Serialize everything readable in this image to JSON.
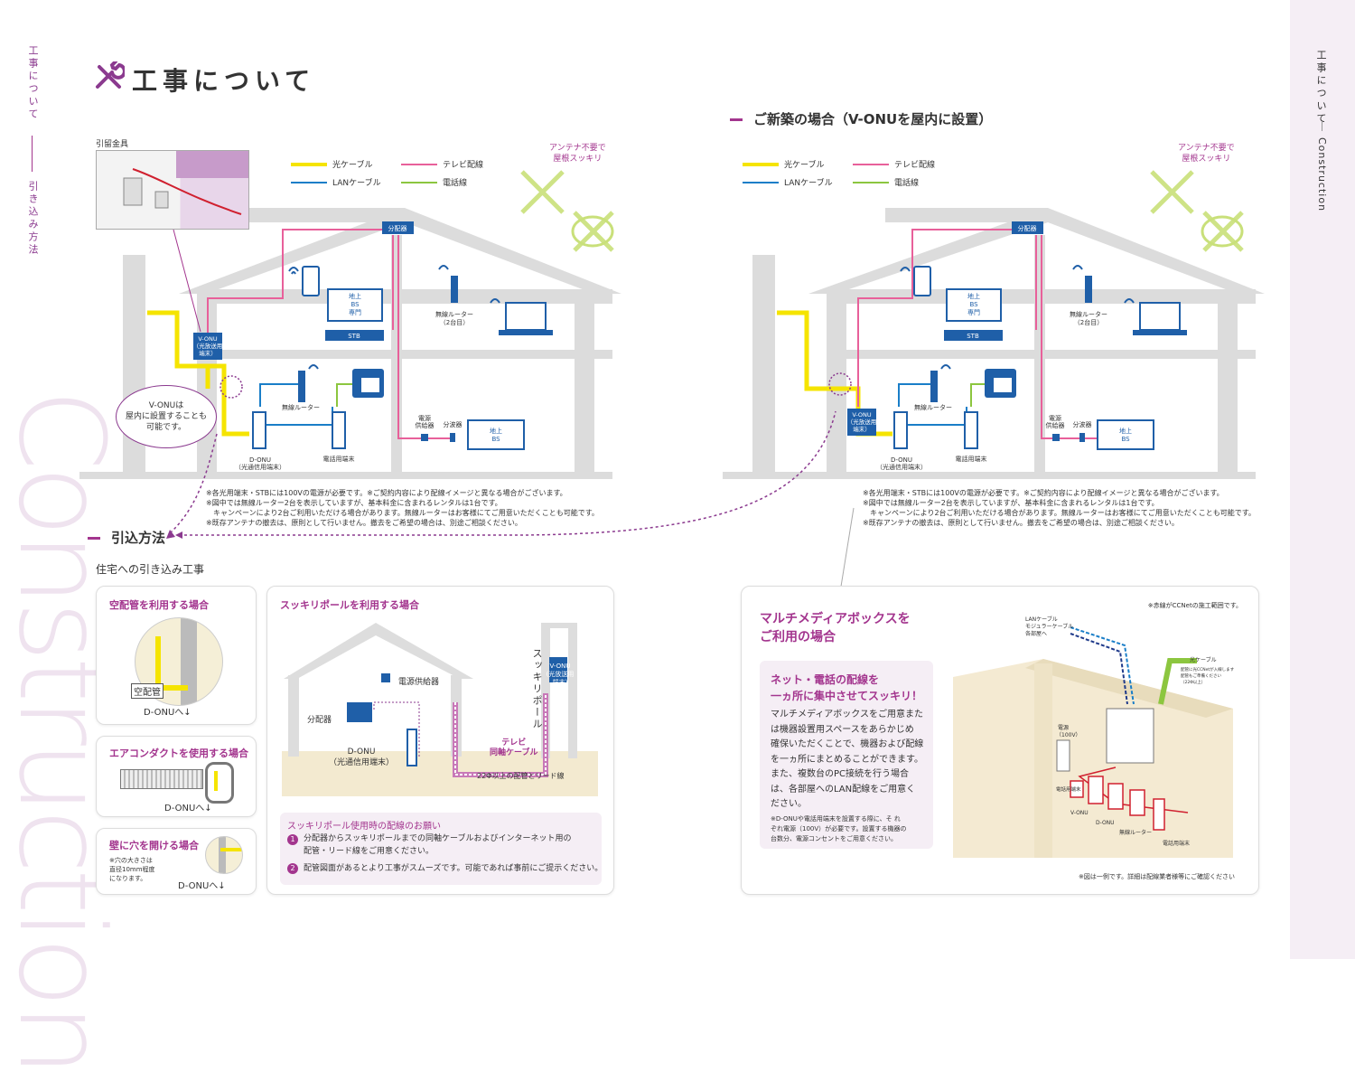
{
  "sidebar_left": {
    "text1": "工事について",
    "text2": "引き込み方法"
  },
  "sidebar_right": {
    "text1": "工事について",
    "text2": "Construction"
  },
  "watermark": "Construction",
  "page_title": "工事について",
  "legend": {
    "optical": "光ケーブル",
    "tv": "テレビ配線",
    "lan": "LANケーブル",
    "phone": "電話線"
  },
  "antenna_note": "アンテナ不要で\n屋根スッキリ",
  "house_labels": {
    "distributor": "分配器",
    "bs_only": "地上\nBS\n専門",
    "stb": "STB",
    "router2": "無線ルーター\n（2台目）",
    "router": "無線ルーター",
    "donu": "D-ONU\n（光通信用端末）",
    "phone_terminal": "電話用端末",
    "power_supply": "電源\n供給器",
    "splitter": "分波器",
    "bs_tv": "地上\nBS",
    "vonu": "V-ONU\n（光放送用\n端末）"
  },
  "hikidome": "引留金具",
  "bubble": "V-ONUは\n屋内に設置することも\n可能です。",
  "new_build_title": "ご新築の場合（V-ONUを屋内に設置）",
  "notes": "※各光用端末・STBには100Vの電源が必要です。※ご契約内容により配線イメージと異なる場合がございます。\n※図中では無線ルーター2台を表示していますが、基本料金に含まれるレンタルは1台です。\n　キャンペーンにより2台ご利用いただける場合があります。無線ルーターはお客様にてご用意いただくことも可能です。\n※既存アンテナの撤去は、原則として行いません。撤去をご希望の場合は、別途ご相談ください。",
  "hikikomi_title": "引込方法",
  "hikikomi_sub": "住宅への引き込み工事",
  "card1": {
    "title": "空配管を利用する場合",
    "label": "空配管",
    "arrow": "D-ONUへ↓"
  },
  "card2": {
    "title": "エアコンダクトを使用する場合",
    "arrow": "D-ONUへ↓"
  },
  "card3": {
    "title": "壁に穴を開ける場合",
    "note": "※穴の大きさは\n直径10mm程度\nになります。",
    "arrow": "D-ONUへ↓"
  },
  "card4": {
    "title": "スッキリポールを利用する場合",
    "pole": "スッキリポール",
    "vonu": "V-ONU\n(光放送用\n端末)",
    "power": "電源供給器",
    "dist": "分配器",
    "donu": "D-ONU\n（光通信用端末）",
    "coax": "テレビ\n同軸ケーブル",
    "pipe": "22Φ以上の配管とリード線",
    "box_title": "スッキリポール使用時の配線のお願い",
    "item1": "分配器からスッキリポールまでの同軸ケーブルおよびインターネット用の\n配管・リード線をご用意ください。",
    "item2": "配管図面があるとより工事がスムーズです。可能であれば事前にご提示ください。",
    "num1": "1",
    "num2": "2"
  },
  "card5": {
    "title": "マルチメディアボックスを\nご利用の場合",
    "red_note": "※赤線がCCNetの施工範囲です。",
    "sub": "ネット・電話の配線を\n一ヵ所に集中させてスッキリ！",
    "body": "マルチメディアボックスをご用意また\nは機器設置用スペースをあらかじめ\n確保いただくことで、機器および配線\nを一ヵ所にまとめることができます。\nまた、複数台のPC接続を行う場合\nは、各部屋へのLAN配線をご用意く\nださい。",
    "small_note": "※D-ONUや電話用端末を設置する際に、そ れ\nぞれ電源（100V）が必要です。設置する機器の\n台数分、電源コンセントをご用意ください。",
    "bottom_note": "※図は一例です。詳細は配線業者様等にご確認ください",
    "lbl_lan": "LANケーブル\nモジュラーケーブル\n各部屋へ",
    "lbl_opt": "光ケーブル",
    "lbl_opt2": "配管に光CCNetが入線します\n配管もご準備ください\n（22Φ以上）",
    "lbl_power": "電源\n（100V）",
    "lbl_phone": "電話用端末",
    "lbl_vonu": "V-ONU",
    "lbl_donu": "D-ONU",
    "lbl_router": "無線ルーター",
    "lbl_phone2": "電話用端末"
  },
  "colors": {
    "accent": "#a3358e",
    "optical": "#f5e400",
    "tv": "#e8609a",
    "lan": "#1a7ec8",
    "phone": "#8cc63f",
    "device": "#1f5fa8"
  }
}
